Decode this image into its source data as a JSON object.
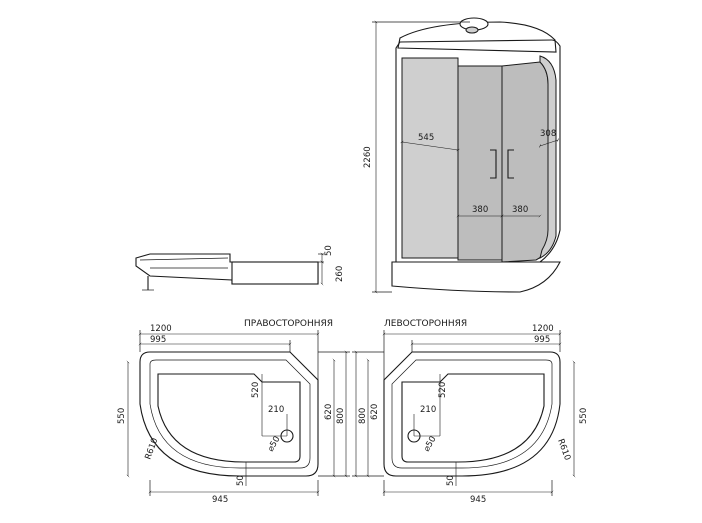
{
  "cabin": {
    "height_label": "2260",
    "door_width_label": "545",
    "side_width_label": "308",
    "door_left_label": "380",
    "door_right_label": "380"
  },
  "tray_side": {
    "top_label": "50",
    "height_label": "260"
  },
  "plan_right": {
    "caption": "ПРАВОСТОРОННЯЯ",
    "width_total": "1200",
    "width_straight": "995",
    "depth_outer": "550",
    "radius": "R610",
    "depth_620": "620",
    "depth_800": "800",
    "drain_offset": "520",
    "drain_x": "210",
    "drain_diameter": "⌀50",
    "bottom_margin": "50",
    "width_inner": "945"
  },
  "plan_left": {
    "caption": "ЛЕВОСТОРОННЯЯ",
    "width_total": "1200",
    "width_straight": "995",
    "depth_outer": "550",
    "radius": "R610",
    "depth_620": "620",
    "depth_800": "800",
    "drain_offset": "520",
    "drain_x": "210",
    "drain_diameter": "⌀50",
    "bottom_margin": "50",
    "width_inner": "945"
  }
}
